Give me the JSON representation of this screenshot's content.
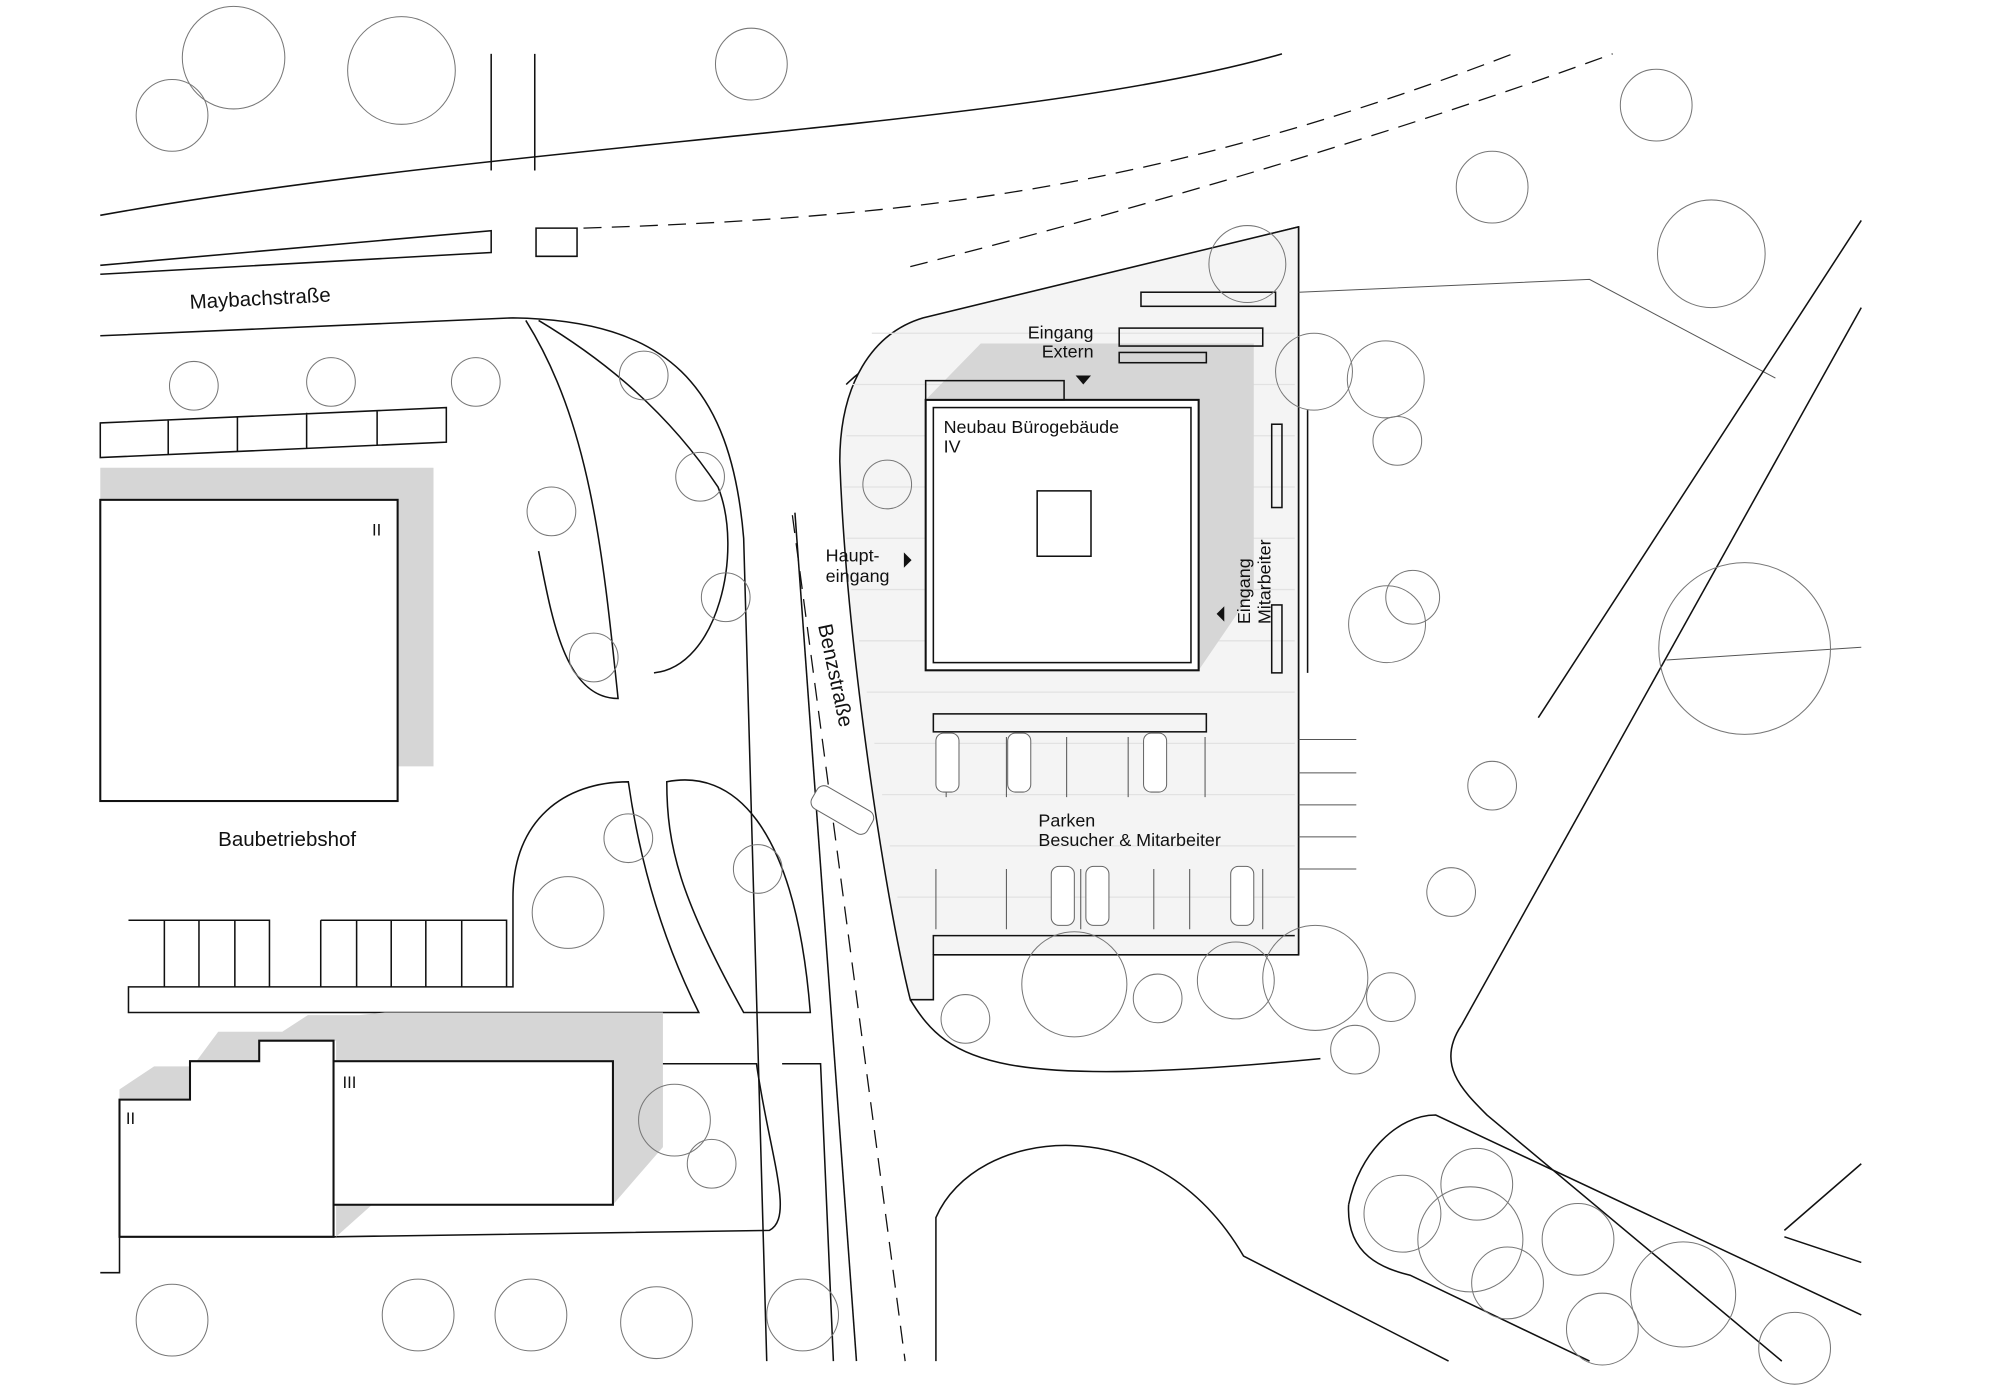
{
  "streets": {
    "maybach": "Maybachstraße",
    "benz": "Benzstraße"
  },
  "buildings": {
    "new_title_line1": "Neubau Bürogebäude",
    "new_title_line2": "IV",
    "depot": "Baubetriebshof",
    "depot_floors": "II",
    "south_left_floors": "II",
    "south_right_floors": "III"
  },
  "entrances": {
    "extern_line1": "Eingang",
    "extern_line2": "Extern",
    "main_line1": "Haupt-",
    "main_line2": "eingang",
    "staff_line1": "Eingang",
    "staff_line2": "Mitarbeiter"
  },
  "parking": {
    "line1": "Parken",
    "line2": "Besucher & Mitarbeiter"
  },
  "colors": {
    "shadow": "#d6d6d6",
    "plaza": "#f4f4f4",
    "lines": "#111111"
  }
}
